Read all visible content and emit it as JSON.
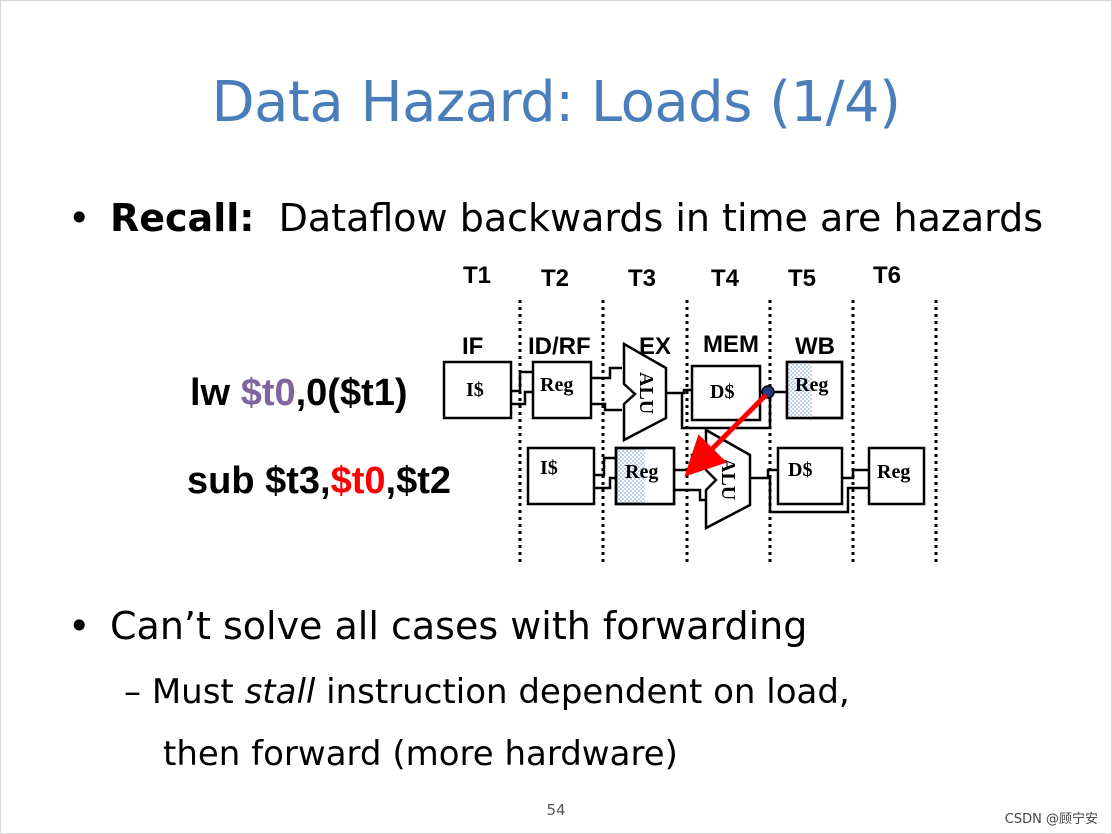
{
  "slide": {
    "title": "Data Hazard: Loads (1/4)",
    "page_number": "54",
    "watermark": "CSDN @顾宁安"
  },
  "bullets": {
    "b1_symbol": "•",
    "b1_bold": "Recall:",
    "b1_text": "Dataflow backwards in time are hazards",
    "b2_symbol": "•",
    "b2_text": "Can’t solve all cases with forwarding",
    "s1_dash": "–",
    "s1_pre": "Must ",
    "s1_italic": "stall",
    "s1_post": " instruction dependent on load,",
    "s2_text": "then forward (more hardware)"
  },
  "instructions": {
    "lw_op": "lw ",
    "lw_reg": "$t0",
    "lw_rest": ",0($t1)",
    "sub_op": "sub $t3,",
    "sub_reg": "$t0",
    "sub_rest": ",$t2"
  },
  "diagram": {
    "times": [
      "T1",
      "T2",
      "T3",
      "T4",
      "T5",
      "T6"
    ],
    "stages": [
      "IF",
      "ID/RF",
      "EX",
      "MEM",
      "WB"
    ],
    "row1_boxes": [
      "I$",
      "Reg",
      "ALU",
      "D$",
      "Reg"
    ],
    "row2_boxes": [
      "I$",
      "Reg",
      "ALU",
      "D$",
      "Reg"
    ],
    "colors": {
      "title": "#4a7ebb",
      "lw_reg": "#8064a2",
      "sub_reg": "#ff0000",
      "arrow": "#ff0000",
      "hatch": "#a9c6e8"
    }
  }
}
